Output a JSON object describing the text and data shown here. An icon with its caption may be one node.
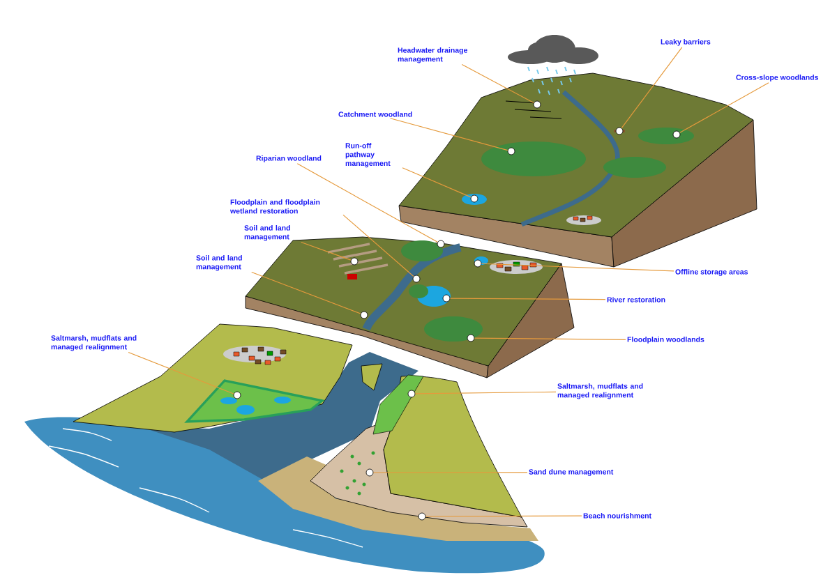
{
  "diagram": {
    "nodes": [
      {
        "text": [
          "Headwater drainage management"
        ]
      },
      {
        "text": [
          "Leaky barriers"
        ]
      },
      {
        "text": [
          "Cross-slope woodlands"
        ]
      },
      {
        "text": [
          "Catchment woodland"
        ]
      },
      {
        "text": [
          "Run-off pathway management"
        ]
      },
      {
        "text": [
          "Riparian woodland"
        ]
      },
      {
        "text": [
          "Floodplain and floodplain wetland restoration"
        ]
      },
      {
        "text": [
          "Soil and land management"
        ]
      },
      {
        "text": [
          "Soil and land management"
        ]
      },
      {
        "text": [
          "Offline storage areas"
        ]
      },
      {
        "text": [
          "River restoration"
        ]
      },
      {
        "text": [
          "Floodplain woodlands"
        ]
      },
      {
        "text": [
          "Saltmarsh, mudflats and managed realignment"
        ]
      },
      {
        "text": [
          "Saltmarsh, mudflats and managed realignment"
        ]
      },
      {
        "text": [
          "Sand dune management"
        ]
      },
      {
        "text": [
          "Beach nourishment"
        ]
      },
      {
        "text": [],
        "shape": "circle"
      },
      {
        "text": [],
        "shape": "circle"
      },
      {
        "text": [],
        "shape": "circle"
      },
      {
        "text": [],
        "shape": "circle"
      },
      {
        "text": [],
        "shape": "circle"
      },
      {
        "text": [],
        "shape": "circle"
      },
      {
        "text": [],
        "shape": "circle"
      },
      {
        "text": [],
        "shape": "circle"
      },
      {
        "text": [],
        "shape": "circle"
      },
      {
        "text": [],
        "shape": "circle"
      },
      {
        "text": [],
        "shape": "circle"
      },
      {
        "text": [],
        "shape": "circle"
      },
      {
        "text": [],
        "shape": "circle"
      },
      {
        "text": [],
        "shape": "circle"
      },
      {
        "text": [],
        "shape": "circle"
      },
      {
        "text": [],
        "shape": "circle"
      }
    ],
    "edges": [
      {
        "from": 0,
        "to": 16,
        "arrow": "none"
      },
      {
        "from": 1,
        "to": 17,
        "arrow": "none"
      },
      {
        "from": 2,
        "to": 18,
        "arrow": "none"
      },
      {
        "from": 3,
        "to": 19,
        "arrow": "none"
      },
      {
        "from": 4,
        "to": 20,
        "arrow": "none"
      },
      {
        "from": 5,
        "to": 21,
        "arrow": "none"
      },
      {
        "from": 6,
        "to": 22,
        "arrow": "none"
      },
      {
        "from": 7,
        "to": 23,
        "arrow": "none"
      },
      {
        "from": 8,
        "to": 24,
        "arrow": "none"
      },
      {
        "from": 9,
        "to": 25,
        "arrow": "none"
      },
      {
        "from": 10,
        "to": 26,
        "arrow": "none"
      },
      {
        "from": 11,
        "to": 27,
        "arrow": "none"
      },
      {
        "from": 12,
        "to": 28,
        "arrow": "none"
      },
      {
        "from": 13,
        "to": 29,
        "arrow": "none"
      },
      {
        "from": 14,
        "to": 30,
        "arrow": "none"
      },
      {
        "from": 15,
        "to": 31,
        "arrow": "none"
      }
    ]
  }
}
